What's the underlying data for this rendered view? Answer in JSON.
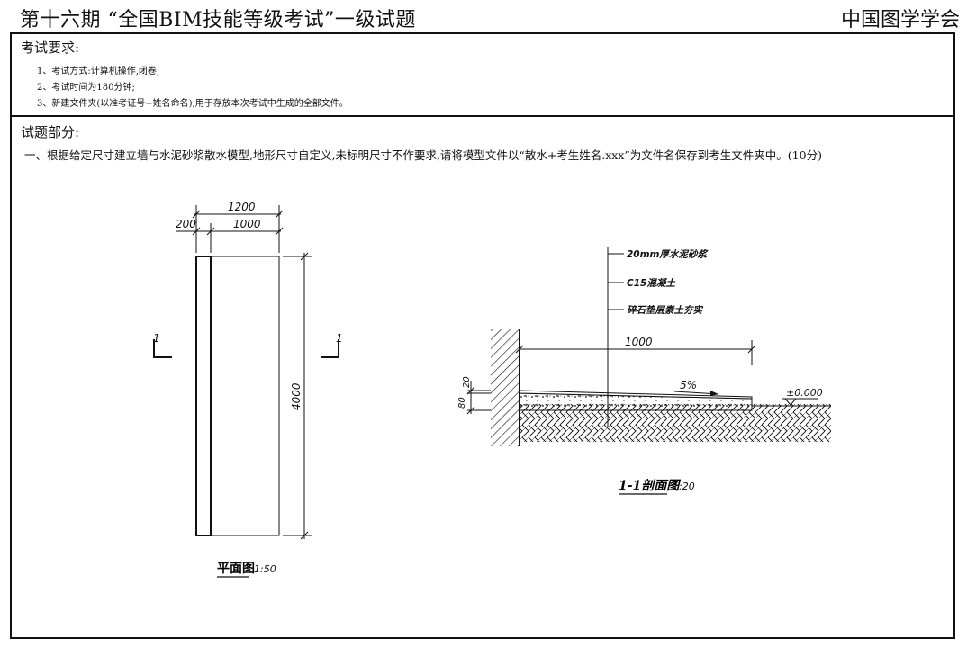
{
  "header": {
    "title": "第十六期 “全国BIM技能等级考试”一级试题",
    "issuer": "中国图学学会"
  },
  "requirements": {
    "title": "考试要求:",
    "items": [
      "1、考试方式:计算机操作,闭卷;",
      "2、考试时间为180分钟;",
      "3、新建文件夹(以准考证号+姓名命名),用于存放本次考试中生成的全部文件。"
    ]
  },
  "questions": {
    "title": "试题部分:",
    "q1": "一、根据给定尺寸建立墙与水泥砂浆散水模型,地形尺寸自定义,未标明尺寸不作要求,请将模型文件以“散水+考生姓名.xxx”为文件名保存到考生文件夹中。(10分)"
  },
  "plan": {
    "dim_total": "1200",
    "dim_wall": "200",
    "dim_apron": "1000",
    "dim_length": "4000",
    "section_mark": "1",
    "title": "平面图",
    "scale": "1:50"
  },
  "section": {
    "layer1": "20mm厚水泥砂浆",
    "layer2": "C15混凝土",
    "layer3": "碎石垫层素土夯实",
    "dim_width": "1000",
    "slope": "5%",
    "elevation": "±0.000",
    "dim_20": "20",
    "dim_80": "80",
    "title": "1-1剖面图",
    "scale": "1:20"
  }
}
